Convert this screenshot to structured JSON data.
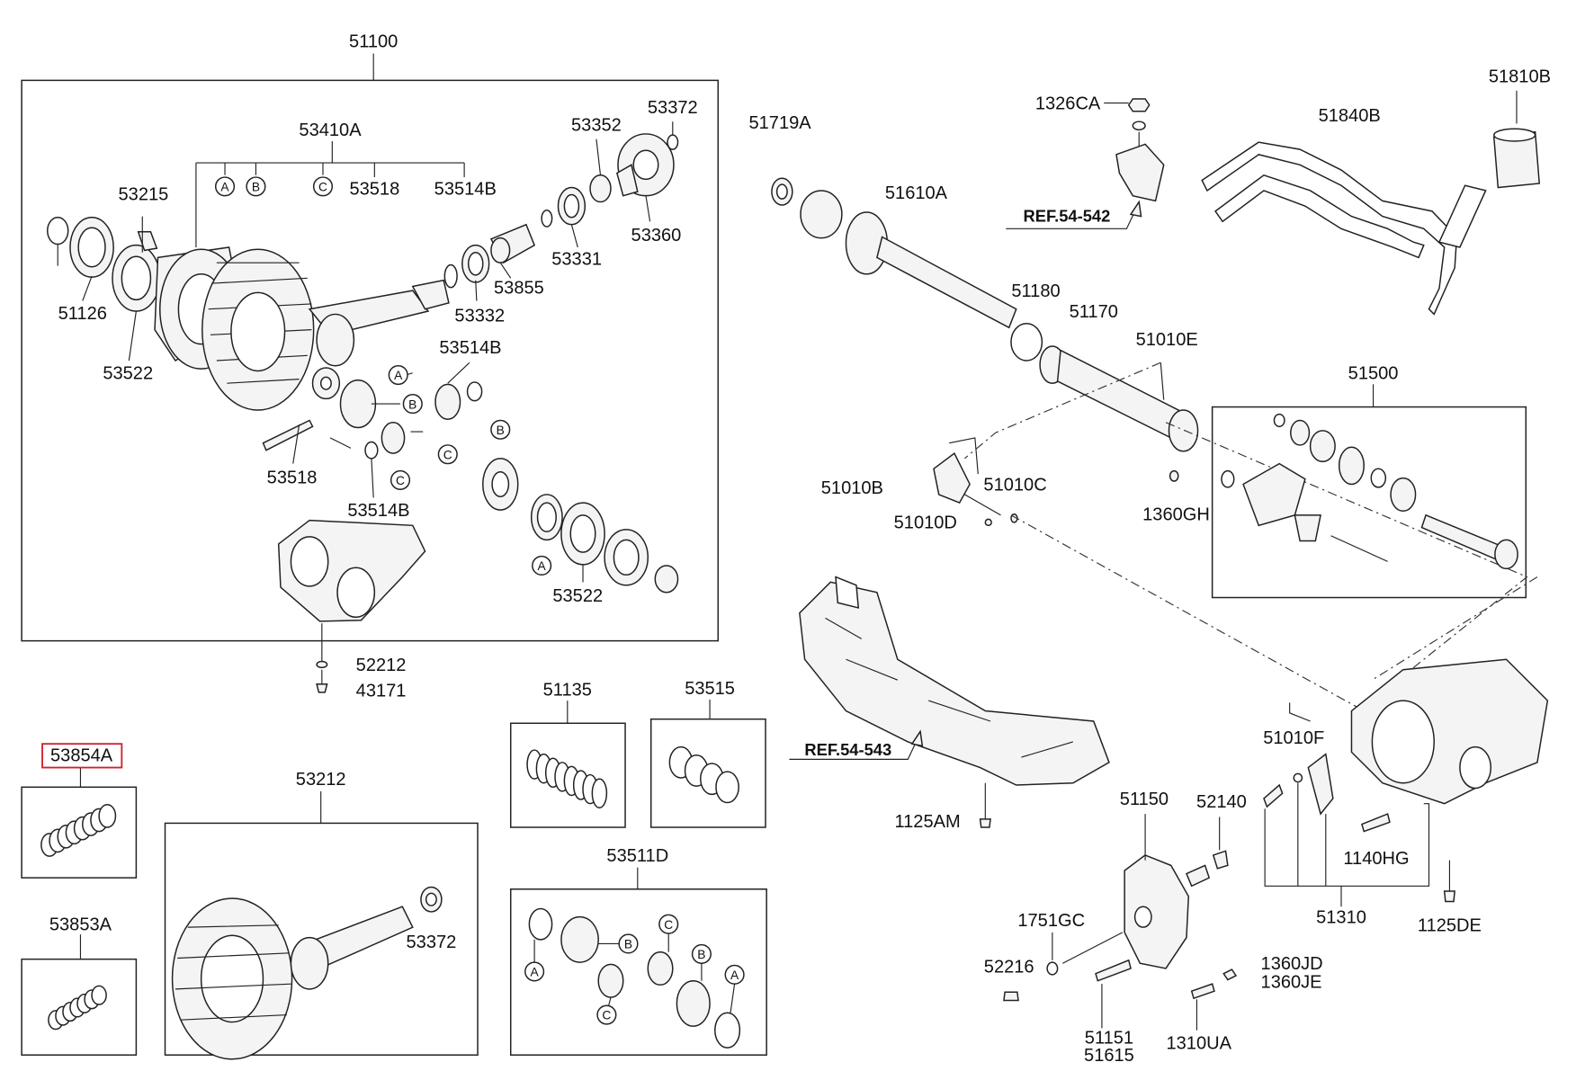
{
  "labels": [
    {
      "id": "l51100",
      "text": "51100"
    },
    {
      "id": "l53410A",
      "text": "53410A"
    },
    {
      "id": "l53518a",
      "text": "53518"
    },
    {
      "id": "l53514Ba",
      "text": "53514B"
    },
    {
      "id": "l53215",
      "text": "53215"
    },
    {
      "id": "l51126",
      "text": "51126"
    },
    {
      "id": "l53522a",
      "text": "53522"
    },
    {
      "id": "l53352",
      "text": "53352"
    },
    {
      "id": "l53372a",
      "text": "53372"
    },
    {
      "id": "l53360",
      "text": "53360"
    },
    {
      "id": "l53331",
      "text": "53331"
    },
    {
      "id": "l53855",
      "text": "53855"
    },
    {
      "id": "l53332",
      "text": "53332"
    },
    {
      "id": "l53514Bb",
      "text": "53514B"
    },
    {
      "id": "l53518b",
      "text": "53518"
    },
    {
      "id": "l53514Bc",
      "text": "53514B"
    },
    {
      "id": "l53522b",
      "text": "53522"
    },
    {
      "id": "l52212",
      "text": "52212"
    },
    {
      "id": "l43171",
      "text": "43171"
    },
    {
      "id": "l53854A",
      "text": "53854A"
    },
    {
      "id": "l53853A",
      "text": "53853A"
    },
    {
      "id": "l53212",
      "text": "53212"
    },
    {
      "id": "l53372b",
      "text": "53372"
    },
    {
      "id": "l51135",
      "text": "51135"
    },
    {
      "id": "l53515",
      "text": "53515"
    },
    {
      "id": "l53511D",
      "text": "53511D"
    },
    {
      "id": "l51719A",
      "text": "51719A"
    },
    {
      "id": "l51610A",
      "text": "51610A"
    },
    {
      "id": "l1326CA",
      "text": "1326CA"
    },
    {
      "id": "lref542",
      "text": "REF.54-542"
    },
    {
      "id": "l51840B",
      "text": "51840B"
    },
    {
      "id": "l51810B",
      "text": "51810B"
    },
    {
      "id": "l51180",
      "text": "51180"
    },
    {
      "id": "l51170",
      "text": "51170"
    },
    {
      "id": "l51010E",
      "text": "51010E"
    },
    {
      "id": "l51500",
      "text": "51500"
    },
    {
      "id": "l51010B",
      "text": "51010B"
    },
    {
      "id": "l51010C",
      "text": "51010C"
    },
    {
      "id": "l51010D",
      "text": "51010D"
    },
    {
      "id": "l1360GH",
      "text": "1360GH"
    },
    {
      "id": "lref543",
      "text": "REF.54-543"
    },
    {
      "id": "l1125AM",
      "text": "1125AM"
    },
    {
      "id": "l51150",
      "text": "51150"
    },
    {
      "id": "l52140",
      "text": "52140"
    },
    {
      "id": "l51010F",
      "text": "51010F"
    },
    {
      "id": "l1140HG",
      "text": "1140HG"
    },
    {
      "id": "l51310",
      "text": "51310"
    },
    {
      "id": "l1125DE",
      "text": "1125DE"
    },
    {
      "id": "l1751GC",
      "text": "1751GC"
    },
    {
      "id": "l52216",
      "text": "52216"
    },
    {
      "id": "l1360JD",
      "text": "1360JD"
    },
    {
      "id": "l1360JE",
      "text": "1360JE"
    },
    {
      "id": "l51151",
      "text": "51151"
    },
    {
      "id": "l51615",
      "text": "51615"
    },
    {
      "id": "l1310UA",
      "text": "1310UA"
    }
  ],
  "callouts": [
    {
      "id": "c1",
      "letter": "A"
    },
    {
      "id": "c2",
      "letter": "B"
    },
    {
      "id": "c3",
      "letter": "C"
    },
    {
      "id": "c4",
      "letter": "A"
    },
    {
      "id": "c5",
      "letter": "B"
    },
    {
      "id": "c6",
      "letter": "C"
    },
    {
      "id": "c7",
      "letter": "C"
    },
    {
      "id": "c8",
      "letter": "B"
    },
    {
      "id": "c9",
      "letter": "A"
    },
    {
      "id": "c10",
      "letter": "A"
    },
    {
      "id": "c11",
      "letter": "B"
    },
    {
      "id": "c12",
      "letter": "C"
    },
    {
      "id": "c13",
      "letter": "C"
    },
    {
      "id": "c14",
      "letter": "B"
    },
    {
      "id": "c15",
      "letter": "A"
    }
  ],
  "highlight": {
    "part": "53854A",
    "color": "#d0202a"
  }
}
